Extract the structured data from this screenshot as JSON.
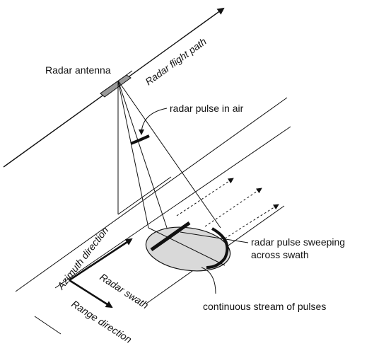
{
  "labels": {
    "radar_antenna": "Radar antenna",
    "radar_flight_path": "Radar flight path",
    "radar_pulse_in_air": "radar pulse in air",
    "radar_pulse_sweeping_line1": "radar pulse sweeping",
    "radar_pulse_sweeping_line2": "across swath",
    "azimuth_direction": "Azimuth direction",
    "radar_swath": "Radar swath",
    "range_direction": "Range direction",
    "continuous_stream": "continuous stream of pulses"
  },
  "colors": {
    "line": "#111111",
    "footprint_fill": "#d9d9d9",
    "antenna_fill": "#777777",
    "background": "#ffffff"
  }
}
